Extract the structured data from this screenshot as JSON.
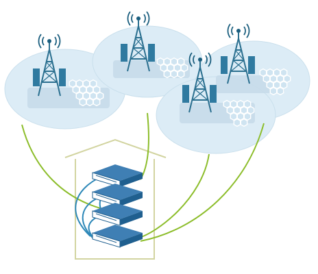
{
  "diagram": {
    "colors": {
      "cell_fill": "#dcecf6",
      "cell_stroke": "#c7dfee",
      "tower": "#2a6f8f",
      "tower_dark": "#1d5470",
      "signal": "#1a5e7e",
      "panel": "#2f7aa0",
      "hex_stroke": "#ffffff",
      "hex_fill": "#cfe4f1",
      "green_link": "#8cbd2a",
      "blue_link": "#2d88b8",
      "house_line": "#d2d4a0",
      "server_top": "#3f7fb4",
      "server_front": "#ffffff",
      "server_side": "#1f5f8f"
    },
    "cells": [
      {
        "name": "cell-site-1"
      },
      {
        "name": "cell-site-2"
      },
      {
        "name": "cell-site-3"
      },
      {
        "name": "cell-site-4"
      }
    ],
    "servers": [
      {
        "name": "server-unit-1"
      },
      {
        "name": "server-unit-2"
      },
      {
        "name": "server-unit-3"
      },
      {
        "name": "server-unit-4"
      }
    ]
  }
}
